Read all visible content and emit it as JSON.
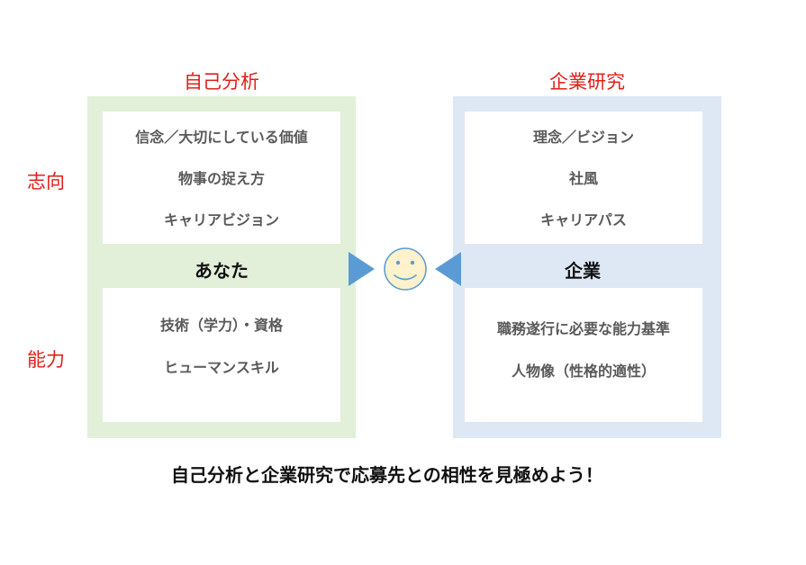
{
  "self_analysis": {
    "title": "自己分析",
    "upper_items": [
      "信念／大切にしている価値",
      "物事の捉え方",
      "キャリアビジョン"
    ],
    "center_label": "あなた",
    "lower_items": [
      "技術（学力）・資格",
      "ヒューマンスキル"
    ]
  },
  "company_research": {
    "title": "企業研究",
    "upper_items": [
      "理念／ビジョン",
      "社風",
      "キャリアパス"
    ],
    "center_label": "企業",
    "lower_items": [
      "職務遂行に必要な能力基準",
      "人物像（性格的適性）"
    ]
  },
  "row_labels": {
    "orientation": "志向",
    "ability": "能力"
  },
  "footer_text": "自己分析と企業研究で応募先との相性を見極めよう！",
  "colors": {
    "accent_red": "#e0201a",
    "left_panel": "#e2efd9",
    "right_panel": "#dde8f4",
    "arrow_blue": "#5b9bd5",
    "smiley_fill": "#fff2cc"
  }
}
